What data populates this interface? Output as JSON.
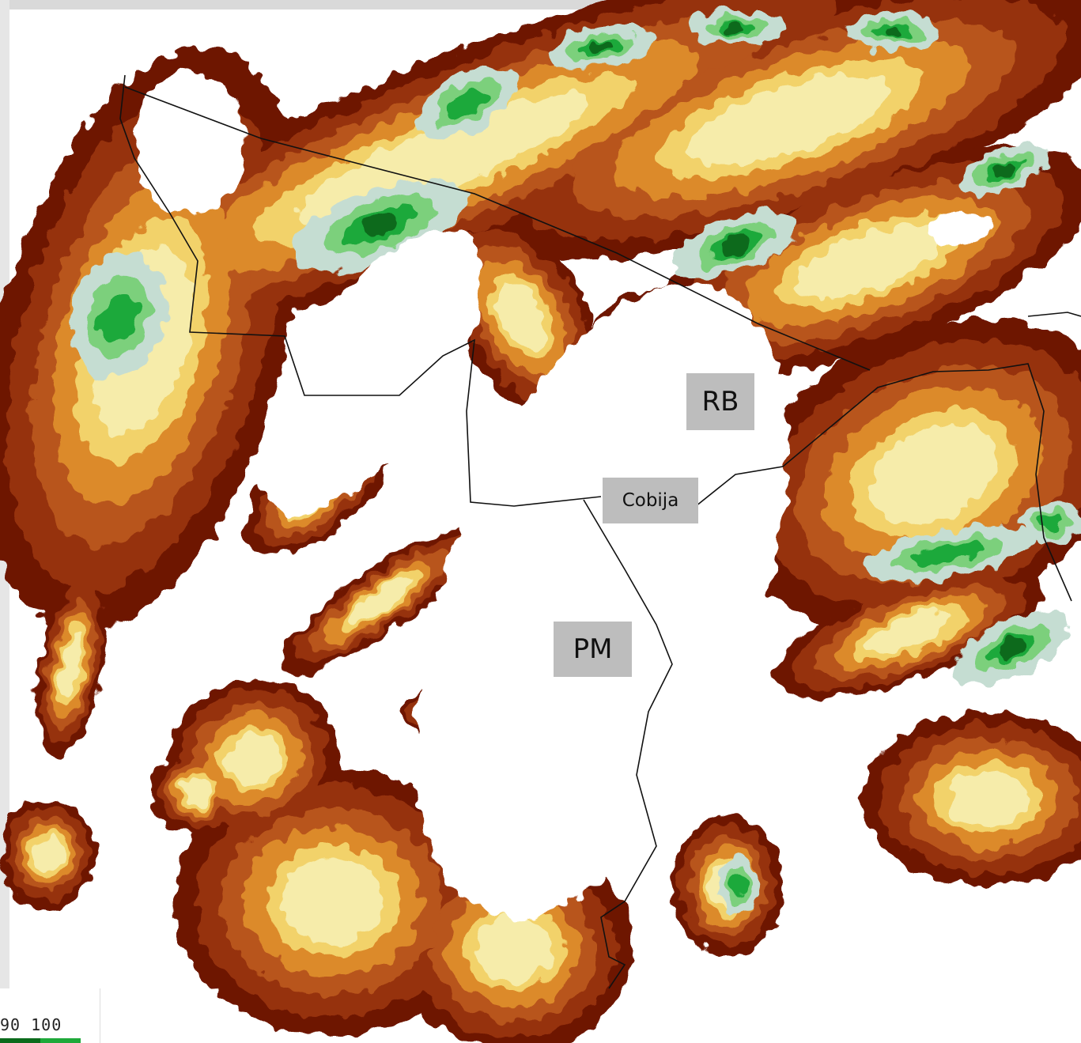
{
  "map": {
    "palette": {
      "darkest": "#6e1604",
      "dark": "#96320c",
      "brown": "#b8541c",
      "orange": "#dc8a2c",
      "yellow": "#f2d26a",
      "pale": "#f6ecaa",
      "ice": "#c5ddd2",
      "lightgreen": "#7cd07c",
      "green": "#1ea93a",
      "darkgreen": "#086b1c",
      "border": "#111111",
      "frame": "#d9d9d9"
    },
    "labels": {
      "rb": "RB",
      "cobija": "Cobija",
      "pm": "PM"
    }
  },
  "legend": {
    "tick_text": "90 100",
    "colors": [
      "#0b6b1c",
      "#1ea93a"
    ]
  }
}
